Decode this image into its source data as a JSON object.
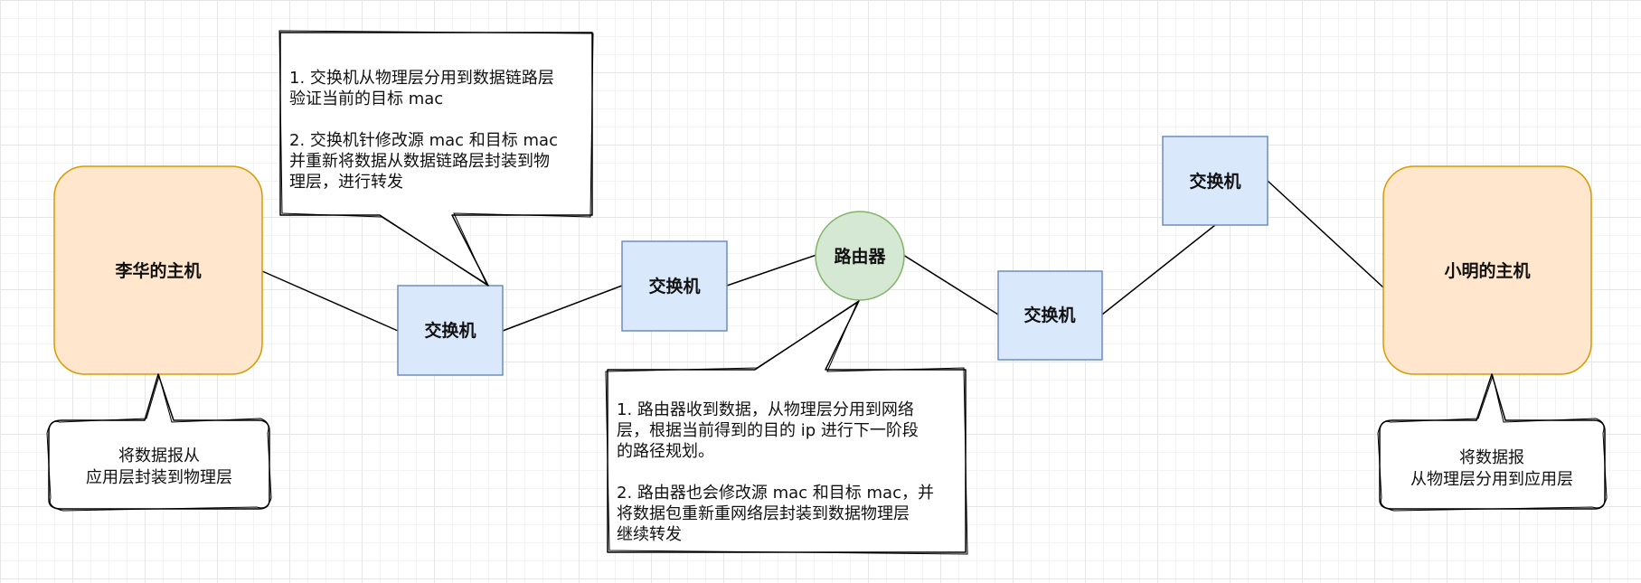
{
  "colors": {
    "host_fill": "#ffe6cc",
    "host_stroke": "#d79b00",
    "switch_fill": "#dae8fc",
    "switch_stroke": "#6c8ebf",
    "router_fill": "#d5e8d4",
    "router_stroke": "#82b366",
    "edge": "#000000"
  },
  "nodes": {
    "host_left": "李华的主机",
    "switch_1": "交换机",
    "switch_2": "交换机",
    "router": "路由器",
    "switch_3": "交换机",
    "switch_4": "交换机",
    "host_right": "小明的主机"
  },
  "callouts": {
    "switch_note": {
      "lines": [
        "1. 交换机从物理层分用到数据链路层",
        "验证当前的目标 mac",
        "",
        "2. 交换机针修改源 mac 和目标 mac",
        "并重新将数据从数据链路层封装到物",
        "理层，进行转发"
      ]
    },
    "router_note": {
      "lines": [
        "1. 路由器收到数据，从物理层分用到网络",
        "层，根据当前得到的目的 ip 进行下一阶段",
        "的路径规划。",
        "",
        "2. 路由器也会修改源 mac 和目标 mac，并",
        "将数据包重新重网络层封装到数据物理层",
        "继续转发"
      ]
    },
    "left_host_note": {
      "lines": [
        "将数据报从",
        "应用层封装到物理层"
      ]
    },
    "right_host_note": {
      "lines": [
        "将数据报",
        "从物理层分用到应用层"
      ]
    }
  }
}
